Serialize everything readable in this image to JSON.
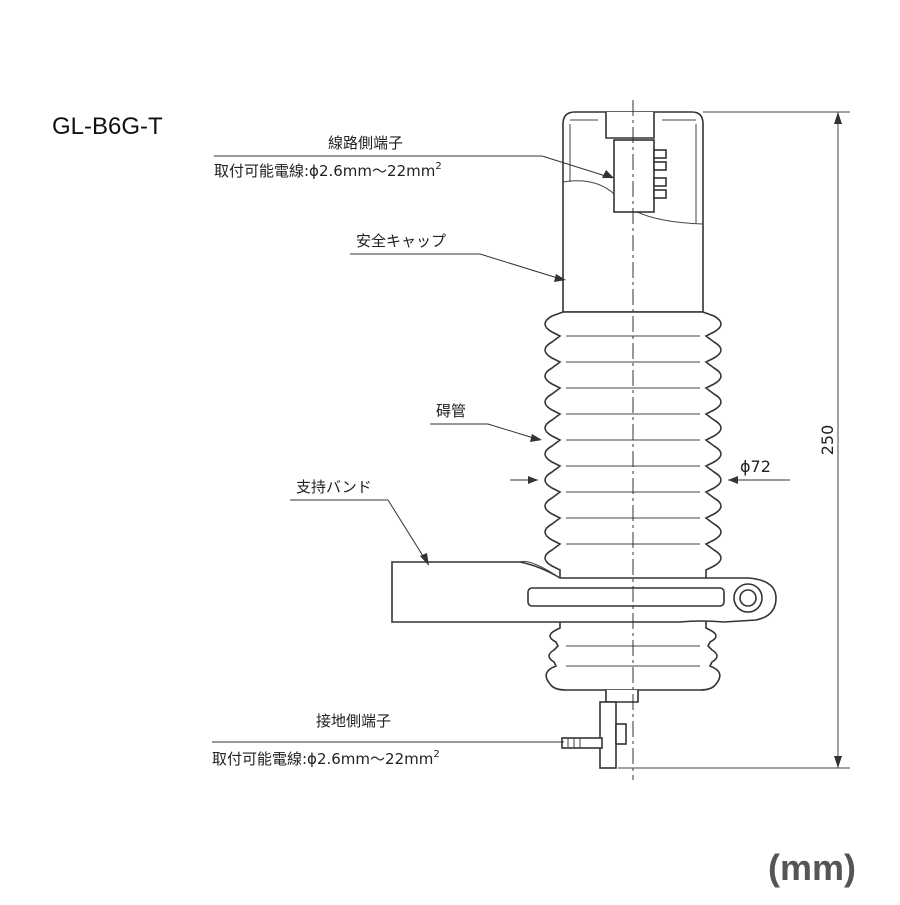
{
  "model_label": "GL-B6G-T",
  "unit_label": "(mm)",
  "callouts": {
    "line_terminal": {
      "name": "線路側端子",
      "spec_prefix": "取付可能電線:ϕ2.6mm～22mm",
      "spec_sup": "2"
    },
    "safety_cap": "安全キャップ",
    "insulator": "碍管",
    "support_band": "支持バンド",
    "ground_terminal": {
      "name": "接地側端子",
      "spec_prefix": "取付可能電線:ϕ2.6mm～22mm",
      "spec_sup": "2"
    }
  },
  "dimensions": {
    "height": "250",
    "diameter": "ϕ72"
  }
}
